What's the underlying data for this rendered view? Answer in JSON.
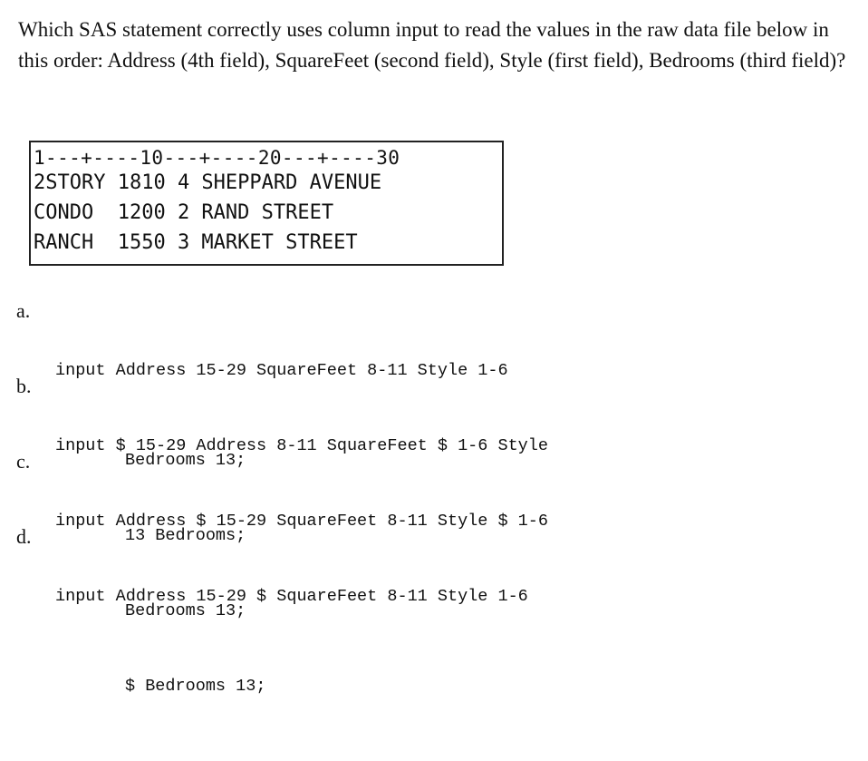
{
  "question": {
    "text": "Which SAS statement correctly uses column input to read the values in the raw data file below in this order: Address (4th field), SquareFeet (second field), Style (first field), Bedrooms (third field)?"
  },
  "raw_data": {
    "ruler": "1---+----10---+----20---+----30",
    "rows": [
      "2STORY 1810 4 SHEPPARD AVENUE",
      "CONDO  1200 2 RAND STREET",
      "RANCH  1550 3 MARKET STREET"
    ]
  },
  "options": [
    {
      "letter": "a.",
      "line1": "input Address 15-29 SquareFeet 8-11 Style 1-6",
      "line2": "Bedrooms 13;"
    },
    {
      "letter": "b.",
      "line1": "input $ 15-29 Address 8-11 SquareFeet $ 1-6 Style",
      "line2": "13 Bedrooms;"
    },
    {
      "letter": "c.",
      "line1": "input Address $ 15-29 SquareFeet 8-11 Style $ 1-6",
      "line2": "Bedrooms 13;"
    },
    {
      "letter": "d.",
      "line1": "input Address 15-29 $ SquareFeet 8-11 Style 1-6",
      "line2": "$ Bedrooms 13;"
    }
  ]
}
